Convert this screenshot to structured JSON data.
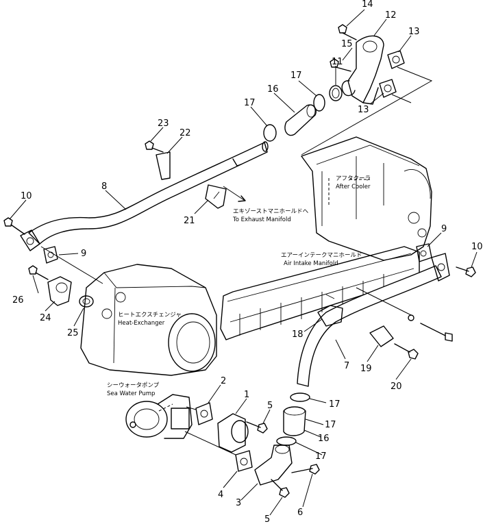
{
  "callouts": [
    {
      "id": "c14",
      "text": "14"
    },
    {
      "id": "c12",
      "text": "12"
    },
    {
      "id": "c13a",
      "text": "13"
    },
    {
      "id": "c15",
      "text": "15"
    },
    {
      "id": "c11",
      "text": "11"
    },
    {
      "id": "c17a",
      "text": "17"
    },
    {
      "id": "c16a",
      "text": "16"
    },
    {
      "id": "c17b",
      "text": "17"
    },
    {
      "id": "c13b",
      "text": "13"
    },
    {
      "id": "c23",
      "text": "23"
    },
    {
      "id": "c22",
      "text": "22"
    },
    {
      "id": "c8",
      "text": "8"
    },
    {
      "id": "c10a",
      "text": "10"
    },
    {
      "id": "c21",
      "text": "21"
    },
    {
      "id": "c9a",
      "text": "9"
    },
    {
      "id": "c9b",
      "text": "9"
    },
    {
      "id": "c10b",
      "text": "10"
    },
    {
      "id": "c26",
      "text": "26"
    },
    {
      "id": "c24",
      "text": "24"
    },
    {
      "id": "c25",
      "text": "25"
    },
    {
      "id": "c18",
      "text": "18"
    },
    {
      "id": "c7",
      "text": "7"
    },
    {
      "id": "c19",
      "text": "19"
    },
    {
      "id": "c20",
      "text": "20"
    },
    {
      "id": "c2",
      "text": "2"
    },
    {
      "id": "c1",
      "text": "1"
    },
    {
      "id": "c5a",
      "text": "5"
    },
    {
      "id": "c17c",
      "text": "17"
    },
    {
      "id": "c17d",
      "text": "17"
    },
    {
      "id": "c16b",
      "text": "16"
    },
    {
      "id": "c17e",
      "text": "17"
    },
    {
      "id": "c4",
      "text": "4"
    },
    {
      "id": "c3",
      "text": "3"
    },
    {
      "id": "c6",
      "text": "6"
    },
    {
      "id": "c5b",
      "text": "5"
    }
  ],
  "labels": {
    "after_cooler_jp": "アフタクーラ",
    "after_cooler_en": "After Cooler",
    "exhaust_jp": "エキゾーストマニホールドへ",
    "exhaust_en": "To Exhaust Manifold",
    "intake_jp": "エアーインテークマニホールド",
    "intake_en": "Air Intake Manifold",
    "heatex_jp": "ヒートエクスチェンジャ",
    "heatex_en": "Heat-Exchanger",
    "pump_jp": "シーウォータポンプ",
    "pump_en": "Sea Water Pump"
  }
}
